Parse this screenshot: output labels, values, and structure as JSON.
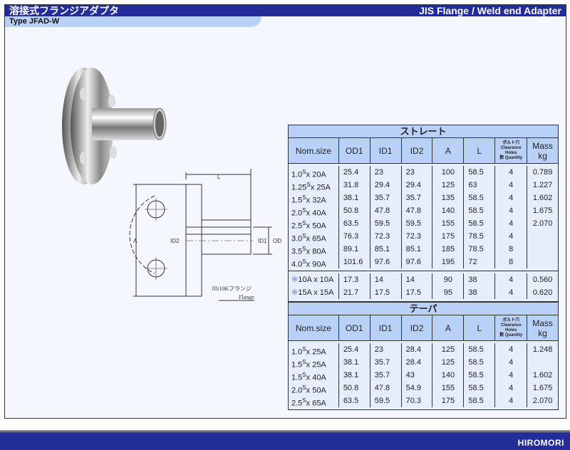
{
  "header": {
    "title_ja": "溶接式フランジアダプタ",
    "title_en": "JIS Flange / Weld end Adapter",
    "type": "Type JFAD-W"
  },
  "drawing": {
    "L": "L",
    "A": "A",
    "ID2": "ID2",
    "ID1": "ID1",
    "OD": "OD",
    "flange_ja": "JIS10Kフランジ",
    "flange_en": "Flange"
  },
  "columns": {
    "nom": "Nom.size",
    "od1": "OD1",
    "id1": "ID1",
    "id2": "ID2",
    "a": "A",
    "l": "L",
    "holes_ja": "ボルト穴",
    "holes_en1": "Clearance",
    "holes_en2": "Holes",
    "holes_en3": "数 Quantity",
    "mass": "Mass kg"
  },
  "straight": {
    "title": "ストレート",
    "rows": [
      [
        "1.0",
        "S",
        "x 20A",
        "25.4",
        "23",
        "23",
        "100",
        "58.5",
        "4",
        "0.789"
      ],
      [
        "1.25",
        "S",
        "x 25A",
        "31.8",
        "29.4",
        "29.4",
        "125",
        "63",
        "4",
        "1.227"
      ],
      [
        "1.5",
        "S",
        "x 32A",
        "38.1",
        "35.7",
        "35.7",
        "135",
        "58.5",
        "4",
        "1.602"
      ],
      [
        "2.0",
        "S",
        "x 40A",
        "50.8",
        "47.8",
        "47.8",
        "140",
        "58.5",
        "4",
        "1.675"
      ],
      [
        "2.5",
        "S",
        "x 50A",
        "63.5",
        "59.5",
        "59.5",
        "155",
        "58.5",
        "4",
        "2.070"
      ],
      [
        "3.0",
        "S",
        "x 65A",
        "76.3",
        "72.3",
        "72.3",
        "175",
        "78.5",
        "4",
        ""
      ],
      [
        "3.5",
        "S",
        "x 80A",
        "89.1",
        "85.1",
        "85.1",
        "185",
        "78.5",
        "8",
        ""
      ],
      [
        "4.0",
        "S",
        "x 90A",
        "101.6",
        "97.6",
        "97.6",
        "195",
        "72",
        "8",
        ""
      ]
    ],
    "extra": [
      [
        "※",
        "10A x 10A",
        "17.3",
        "14",
        "14",
        "90",
        "38",
        "4",
        "0.560"
      ],
      [
        "※",
        "15A x 15A",
        "21.7",
        "17.5",
        "17.5",
        "95",
        "38",
        "4",
        "0.620"
      ]
    ]
  },
  "taper": {
    "title": "テーパ",
    "rows": [
      [
        "1.0",
        "S",
        "x 25A",
        "25.4",
        "23",
        "28.4",
        "125",
        "58.5",
        "4",
        "1.248"
      ],
      [
        "1.5",
        "S",
        "x 25A",
        "38.1",
        "35.7",
        "28.4",
        "125",
        "58.5",
        "4",
        ""
      ],
      [
        "1.5",
        "S",
        "x 40A",
        "38.1",
        "35.7",
        "43",
        "140",
        "58.5",
        "4",
        "1.602"
      ],
      [
        "2.0",
        "S",
        "x 50A",
        "50.8",
        "47.8",
        "54.9",
        "155",
        "58.5",
        "4",
        "1.675"
      ],
      [
        "2.5",
        "S",
        "x 65A",
        "63.5",
        "59.5",
        "70.3",
        "175",
        "58.5",
        "4",
        "2.070"
      ]
    ]
  },
  "footer": {
    "brand": "HIROMORI"
  },
  "colors": {
    "navy": "#232d9a",
    "light": "#b9d0f7"
  }
}
